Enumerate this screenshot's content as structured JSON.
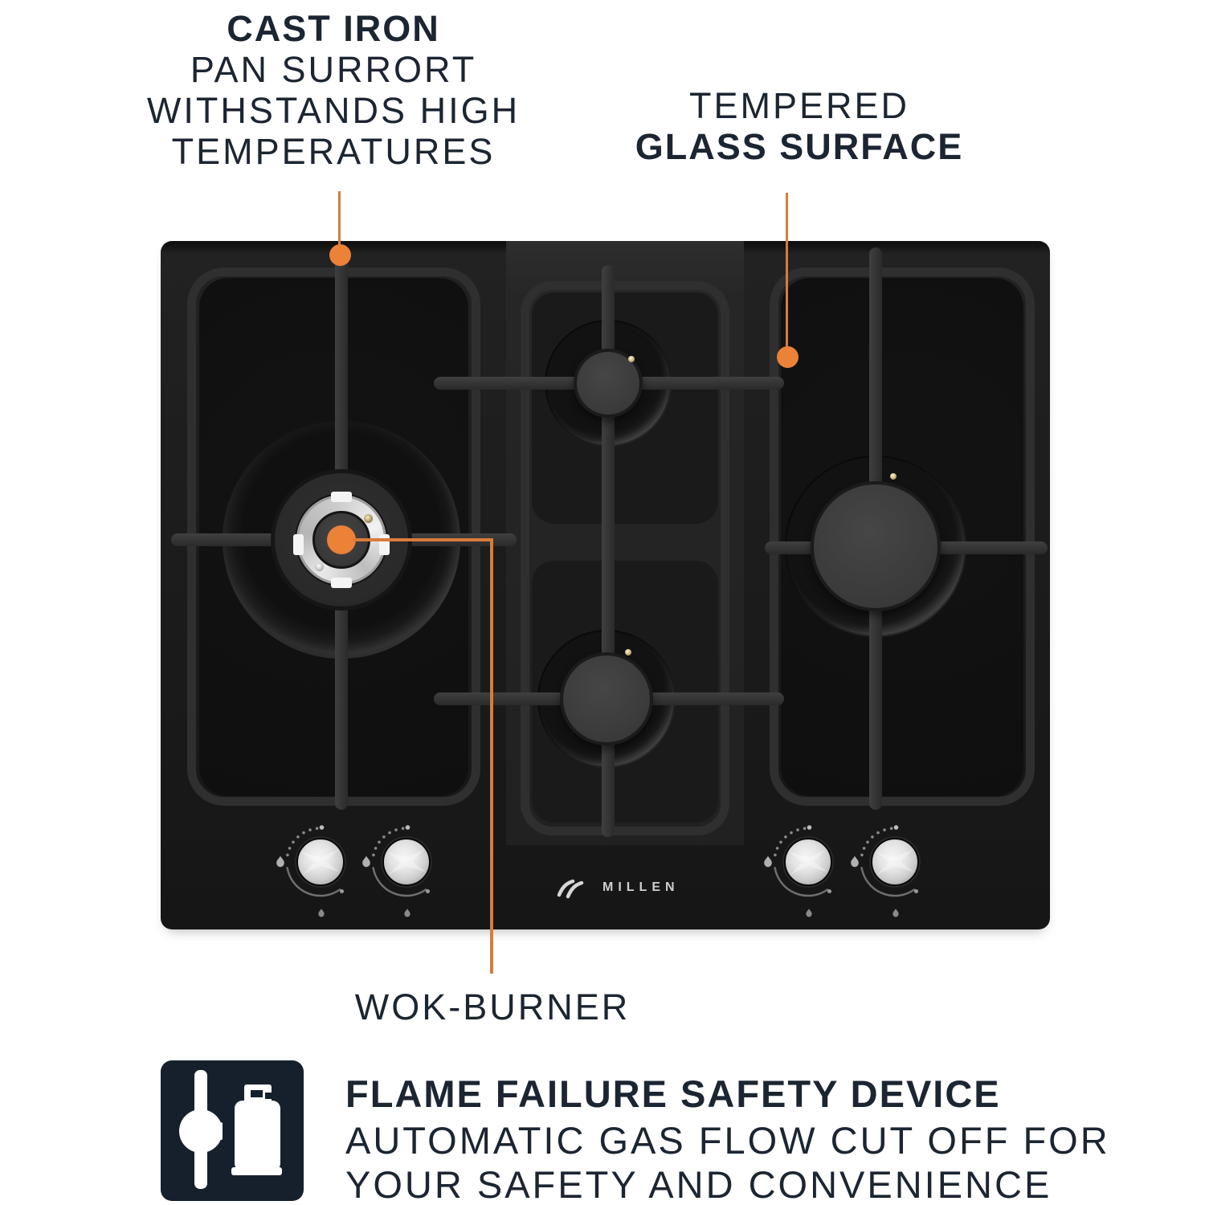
{
  "callouts": {
    "cast_iron": {
      "lines": [
        "CAST IRON",
        "PAN SURRORT",
        "WITHSTANDS HIGH",
        "TEMPERATURES"
      ]
    },
    "tempered_glass": {
      "lines": [
        "TEMPERED",
        "GLASS SURFACE"
      ]
    },
    "wok_burner": {
      "label": "WOK-BURNER"
    }
  },
  "product": {
    "brand": "MILLEN"
  },
  "feature_banner": {
    "title": "FLAME FAILURE SAFETY DEVICE",
    "subtitle_line1": "AUTOMATIC GAS FLOW CUT OFF FOR",
    "subtitle_line2": "YOUR SAFETY AND CONVENIENCE"
  },
  "colors": {
    "accent_orange": "#EC8138",
    "accent_orange_line": "#D97B3C",
    "text_navy": "#1C2532",
    "icon_background": "#16202D",
    "hob_surface": "#1c1c1c"
  },
  "icons": {
    "feature_icon": "gas-valve-and-cylinder",
    "knob_icons": "flame-min-max-markers"
  }
}
